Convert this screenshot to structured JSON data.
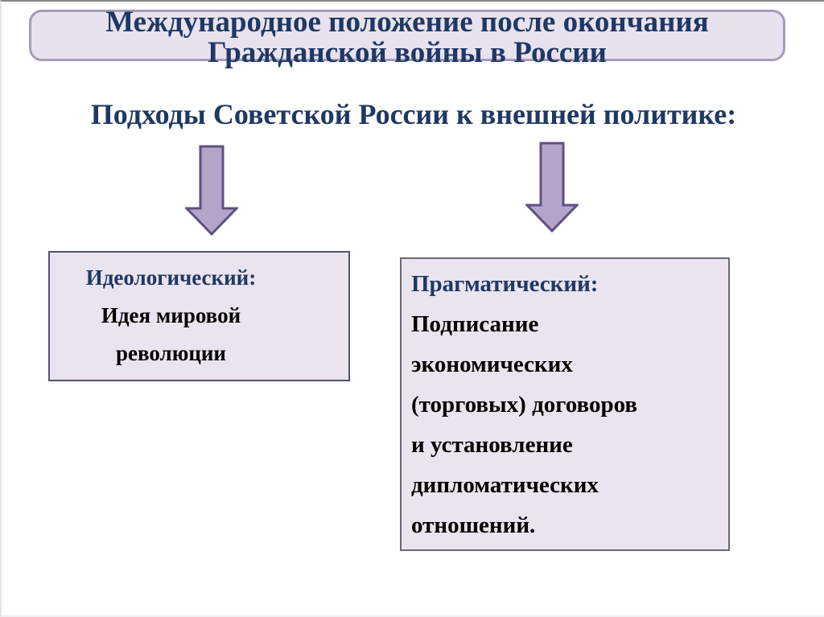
{
  "slide": {
    "title": {
      "line1": "Международное положение после окончания",
      "line2": "Гражданской войны в России"
    },
    "subtitle": "Подходы Советской России к внешней политике:",
    "boxes": {
      "ideological": {
        "heading": "Идеологический:",
        "lines": [
          "Идея мировой",
          "революции"
        ]
      },
      "pragmatic": {
        "heading": "Прагматический:",
        "lines": [
          "Подписание",
          "экономических",
          "(торговых) договоров",
          "и установление",
          "дипломатических",
          "отношений."
        ]
      }
    },
    "icons": {
      "left_arrow": "down-arrow-icon",
      "right_arrow": "down-arrow-icon"
    },
    "colors": {
      "heading_text": "#1F3864",
      "body_text": "#000000",
      "panel_fill": "#E9E4EF",
      "title_box_fill": "#E7E2EE",
      "title_box_border": "#A49CB9",
      "ideological_box_border": "#54526B",
      "pragmatic_box_border": "#6A6876",
      "arrow_fill": "#B2A5C9",
      "arrow_stroke": "#5E5080",
      "background": "#FFFFFF"
    }
  }
}
